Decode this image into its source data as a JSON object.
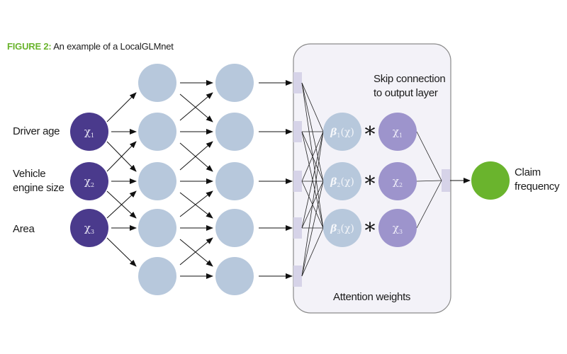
{
  "caption": {
    "figure_label": "FIGURE 2:",
    "title": "An example of a LocalGLMnet"
  },
  "inputs": [
    {
      "label_line1": "Driver age",
      "label_line2": "",
      "symbol": "χ",
      "subscript": "1"
    },
    {
      "label_line1": "Vehicle",
      "label_line2": "engine size",
      "symbol": "χ",
      "subscript": "2"
    },
    {
      "label_line1": "Area",
      "label_line2": "",
      "symbol": "χ",
      "subscript": "3"
    }
  ],
  "hidden_layers": [
    {
      "node_count": 5
    },
    {
      "node_count": 5
    }
  ],
  "attention_box": {
    "skip_label_line1": "Skip connection",
    "skip_label_line2": "to output layer",
    "bottom_label": "Attention weights",
    "weight_bars": 5,
    "betas": [
      {
        "symbol": "β",
        "subscript": "1",
        "arg": "(χ)"
      },
      {
        "symbol": "β",
        "subscript": "2",
        "arg": "(χ)"
      },
      {
        "symbol": "β",
        "subscript": "3",
        "arg": "(χ)"
      }
    ],
    "multiply_symbol": "*",
    "skip_inputs": [
      {
        "symbol": "χ",
        "subscript": "1"
      },
      {
        "symbol": "χ",
        "subscript": "2"
      },
      {
        "symbol": "χ",
        "subscript": "3"
      }
    ]
  },
  "output": {
    "label_line1": "Claim",
    "label_line2": "frequency"
  },
  "colors": {
    "input_node": "#4a3a8c",
    "hidden_node": "#b7c8dc",
    "skip_node": "#9d94cc",
    "output_node": "#6ab42d",
    "box_fill": "#f3f2f8",
    "box_stroke": "#8a8a8a",
    "bar_fill": "#d6d3e8",
    "figure_label": "#6ab42d"
  }
}
